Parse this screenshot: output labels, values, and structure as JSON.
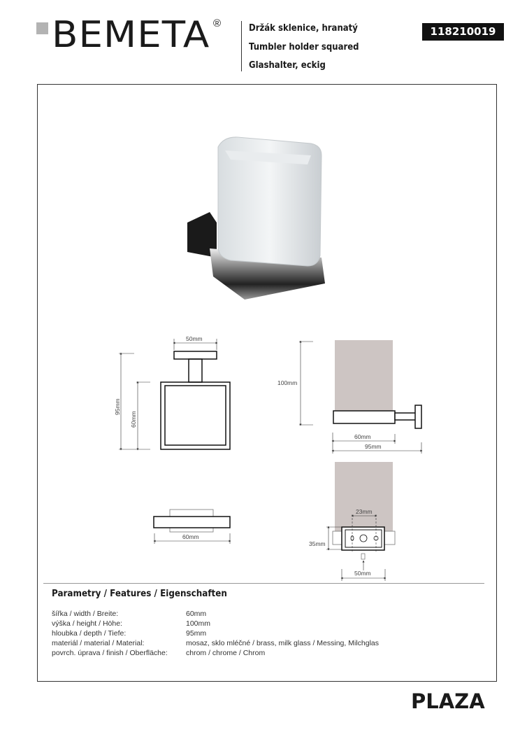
{
  "brand": {
    "logo": "BEMETA",
    "registered": "®"
  },
  "header": {
    "titles": [
      "Držák sklenice, hranatý",
      "Tumbler holder squared",
      "Glashalter, eckig"
    ],
    "product_code": "118210019"
  },
  "drawings": {
    "front": {
      "width_top": "50mm",
      "height_total": "95mm",
      "height_glass": "60mm"
    },
    "side": {
      "height": "100mm",
      "depth_glass": "60mm",
      "depth_total": "95mm"
    },
    "top": {
      "width": "60mm"
    },
    "back": {
      "holes": "23mm",
      "plate_height": "35mm",
      "plate_width": "50mm"
    }
  },
  "features": {
    "title": "Parametry / Features / Eigenschaften",
    "rows": [
      {
        "label": "šířka / width / Breite:",
        "value": "60mm"
      },
      {
        "label": "výška / height / Höhe:",
        "value": "100mm"
      },
      {
        "label": "hloubka / depth / Tiefe:",
        "value": "95mm"
      },
      {
        "label": "materiál / material / Material:",
        "value": "mosaz, sklo mléčné / brass, milk glass / Messing, Milchglas"
      },
      {
        "label": "povrch. úprava / finish / Oberfläche:",
        "value": "chrom / chrome / Chrom"
      }
    ]
  },
  "series": "PLAZA"
}
